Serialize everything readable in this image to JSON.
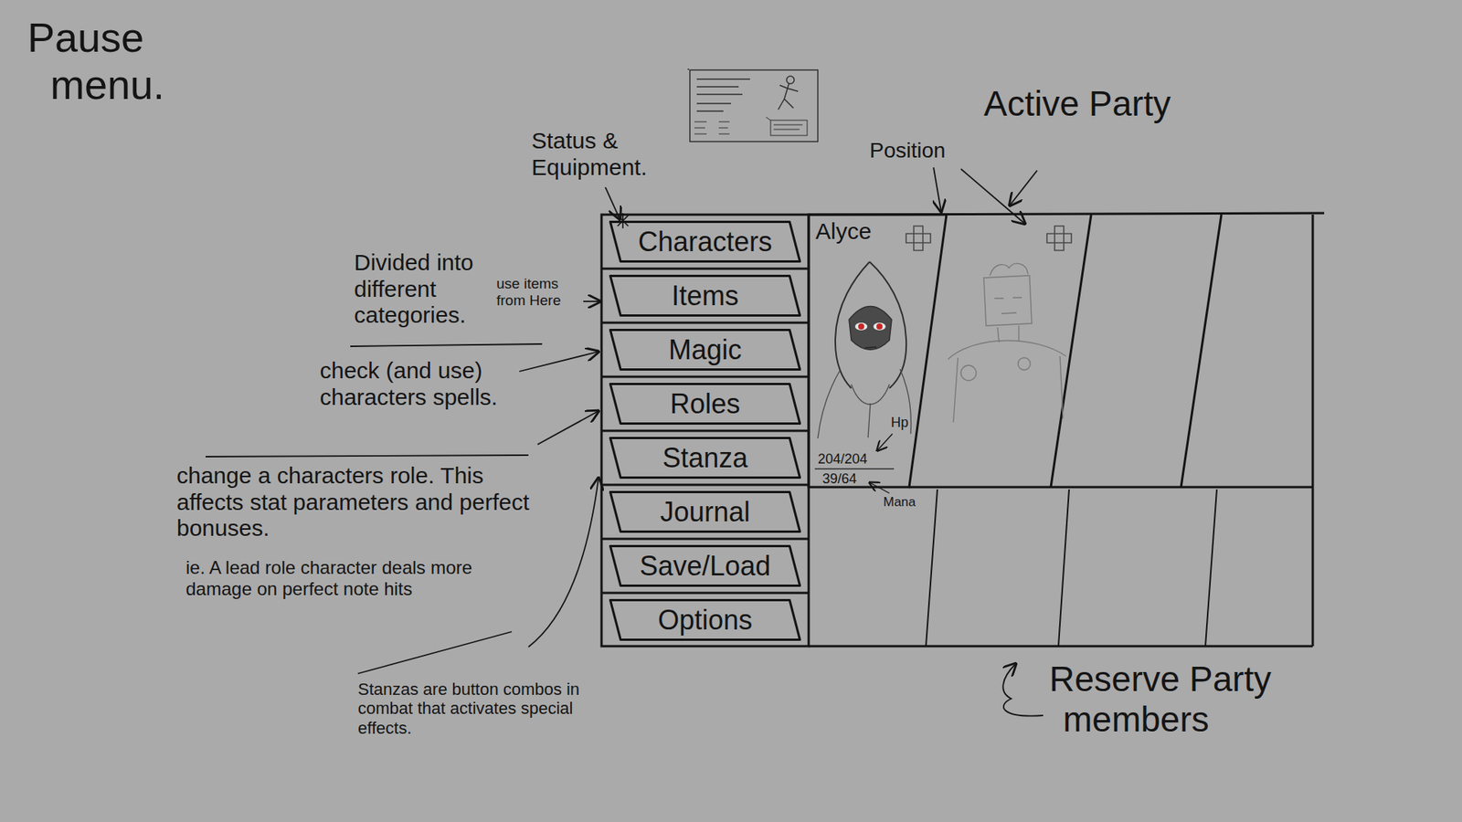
{
  "diagram": {
    "title": "Pause menu.",
    "nodes": [
      {
        "text": [
          "Characters"
        ]
      },
      {
        "text": [
          "Items"
        ]
      },
      {
        "text": [
          "Magic"
        ]
      },
      {
        "text": [
          "Roles"
        ]
      },
      {
        "text": [
          "Stanza"
        ]
      },
      {
        "text": [
          "Journal"
        ]
      },
      {
        "text": [
          "Save/Load"
        ]
      },
      {
        "text": [
          "Options"
        ]
      },
      {
        "text": [
          "Alyce",
          "204/204",
          "39/64"
        ]
      }
    ],
    "labels": [
      "Status & Equipment.",
      "Position",
      "Active Party",
      "Divided into different categories.",
      "use items from Here",
      "check (and use) characters spells.",
      "Hp",
      "change a characters role. This affects stat parameters and perfect bonuses.",
      "ie. A lead role character deals more damage on perfect note hits",
      "Mana",
      "Stanzas are button combos in combat that activates special effects.",
      "Reserve Party members"
    ]
  }
}
